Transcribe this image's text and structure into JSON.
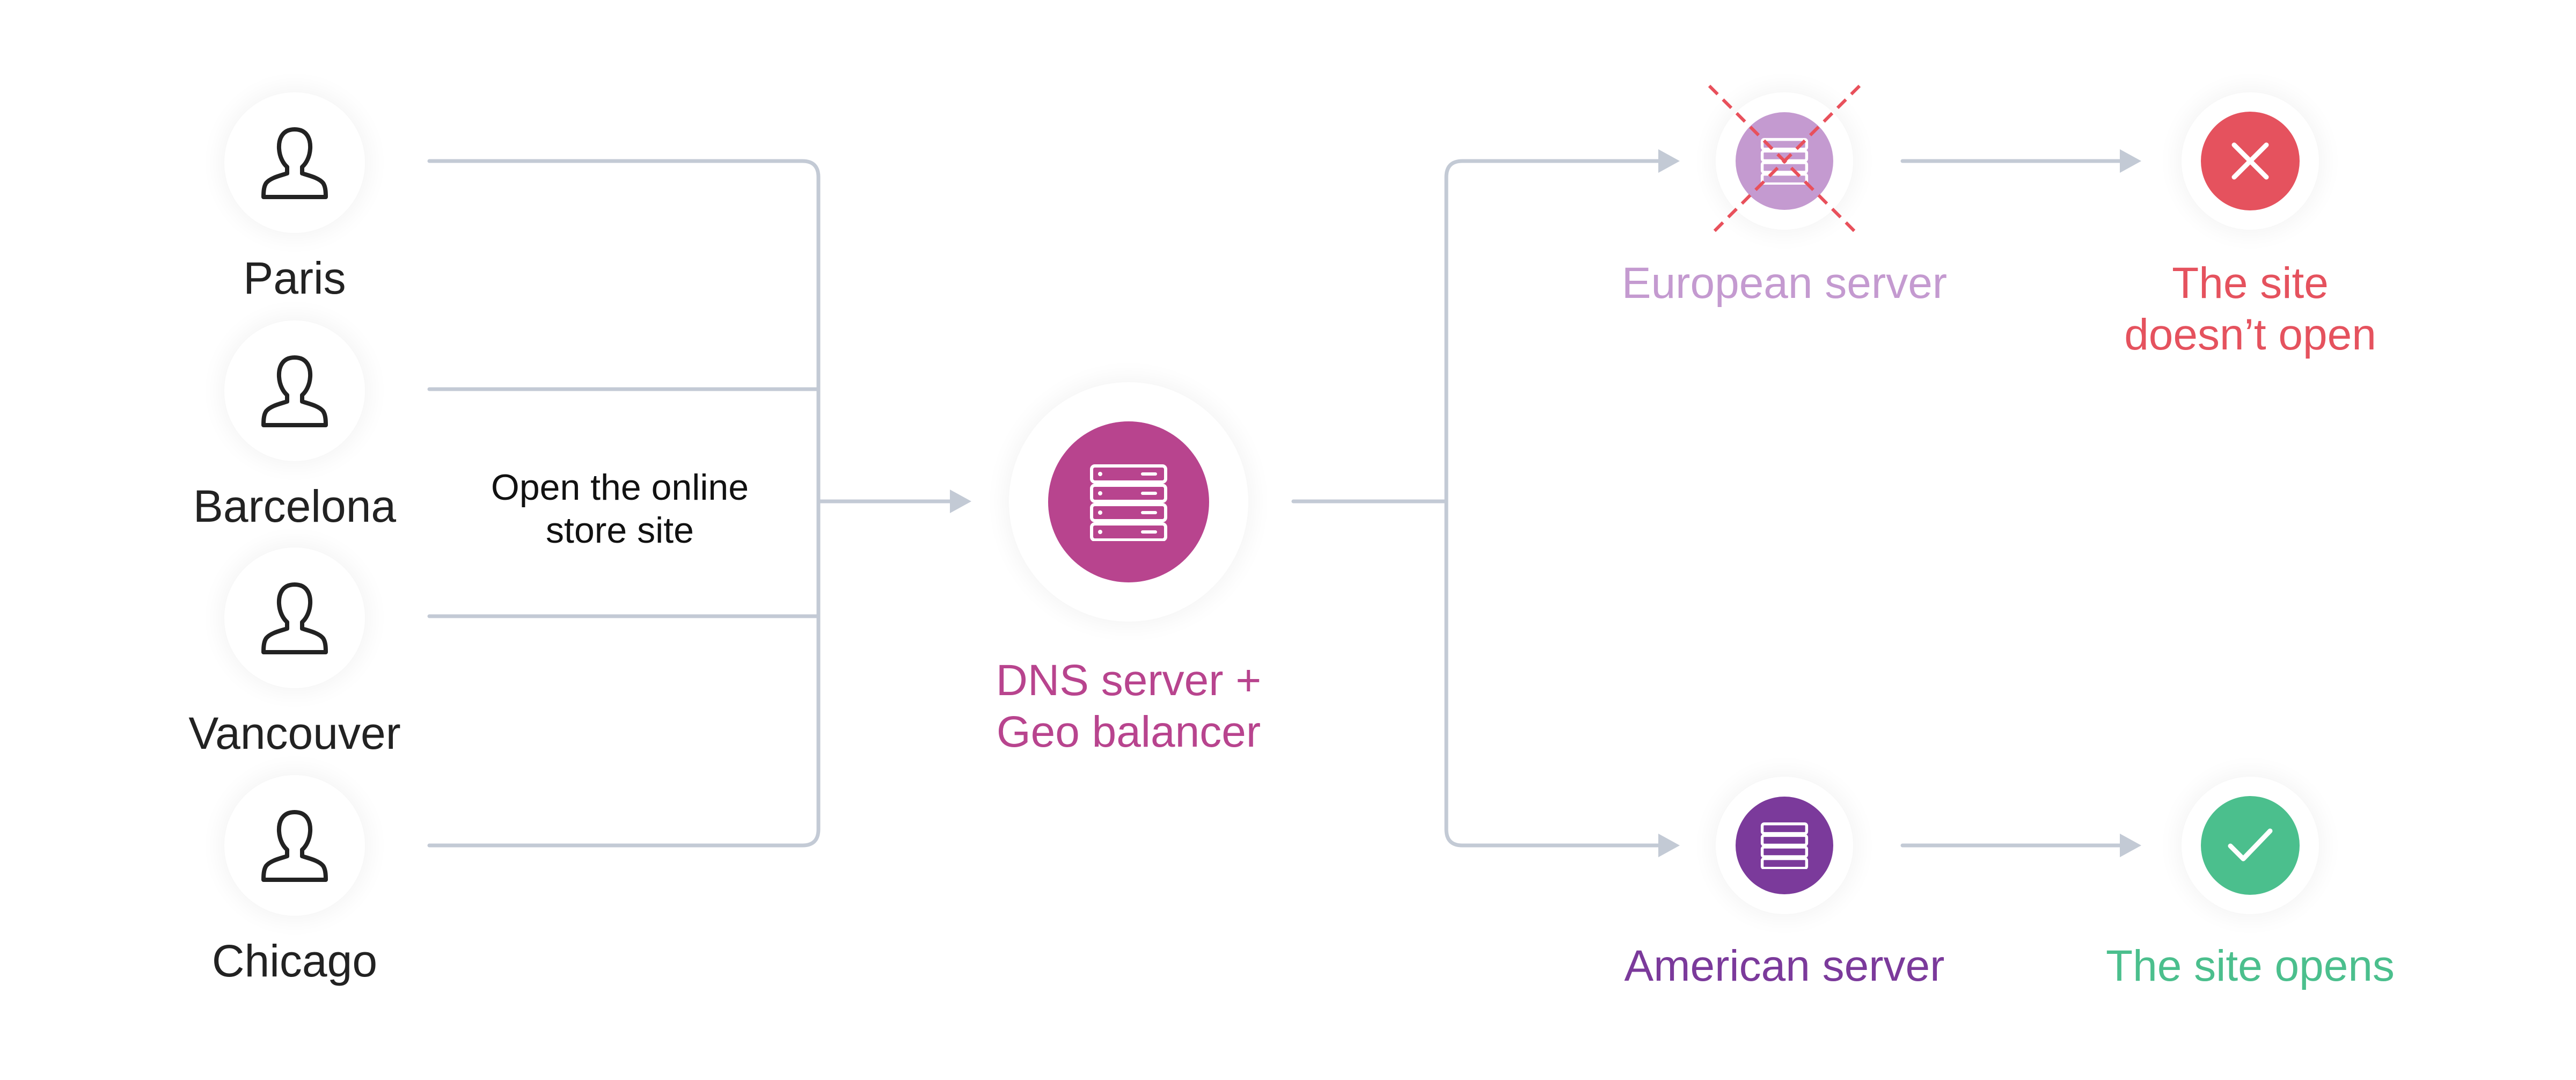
{
  "cities": [
    {
      "label": "Paris"
    },
    {
      "label": "Barcelona"
    },
    {
      "label": "Vancouver"
    },
    {
      "label": "Chicago"
    }
  ],
  "action_note": {
    "line1": "Open the online",
    "line2": "store site"
  },
  "dns": {
    "line1": "DNS server +",
    "line2": "Geo balancer",
    "icon": "server-stack-icon"
  },
  "european": {
    "label": "European server",
    "status": "crossed-out",
    "icon": "server-stack-icon"
  },
  "american": {
    "label": "American server",
    "icon": "server-stack-icon"
  },
  "fail_result": {
    "line1": "The site",
    "line2": "doesn’t open",
    "icon": "x-icon"
  },
  "ok_result": {
    "label": "The site opens",
    "icon": "check-icon"
  },
  "colors": {
    "line": "#c3cad5",
    "dns": "#b8448e",
    "european": "#c49ad0",
    "american": "#7b3a9b",
    "fail": "#e5525e",
    "success": "#4bbf8d",
    "cross": "#e8505b",
    "text": "#222222"
  }
}
